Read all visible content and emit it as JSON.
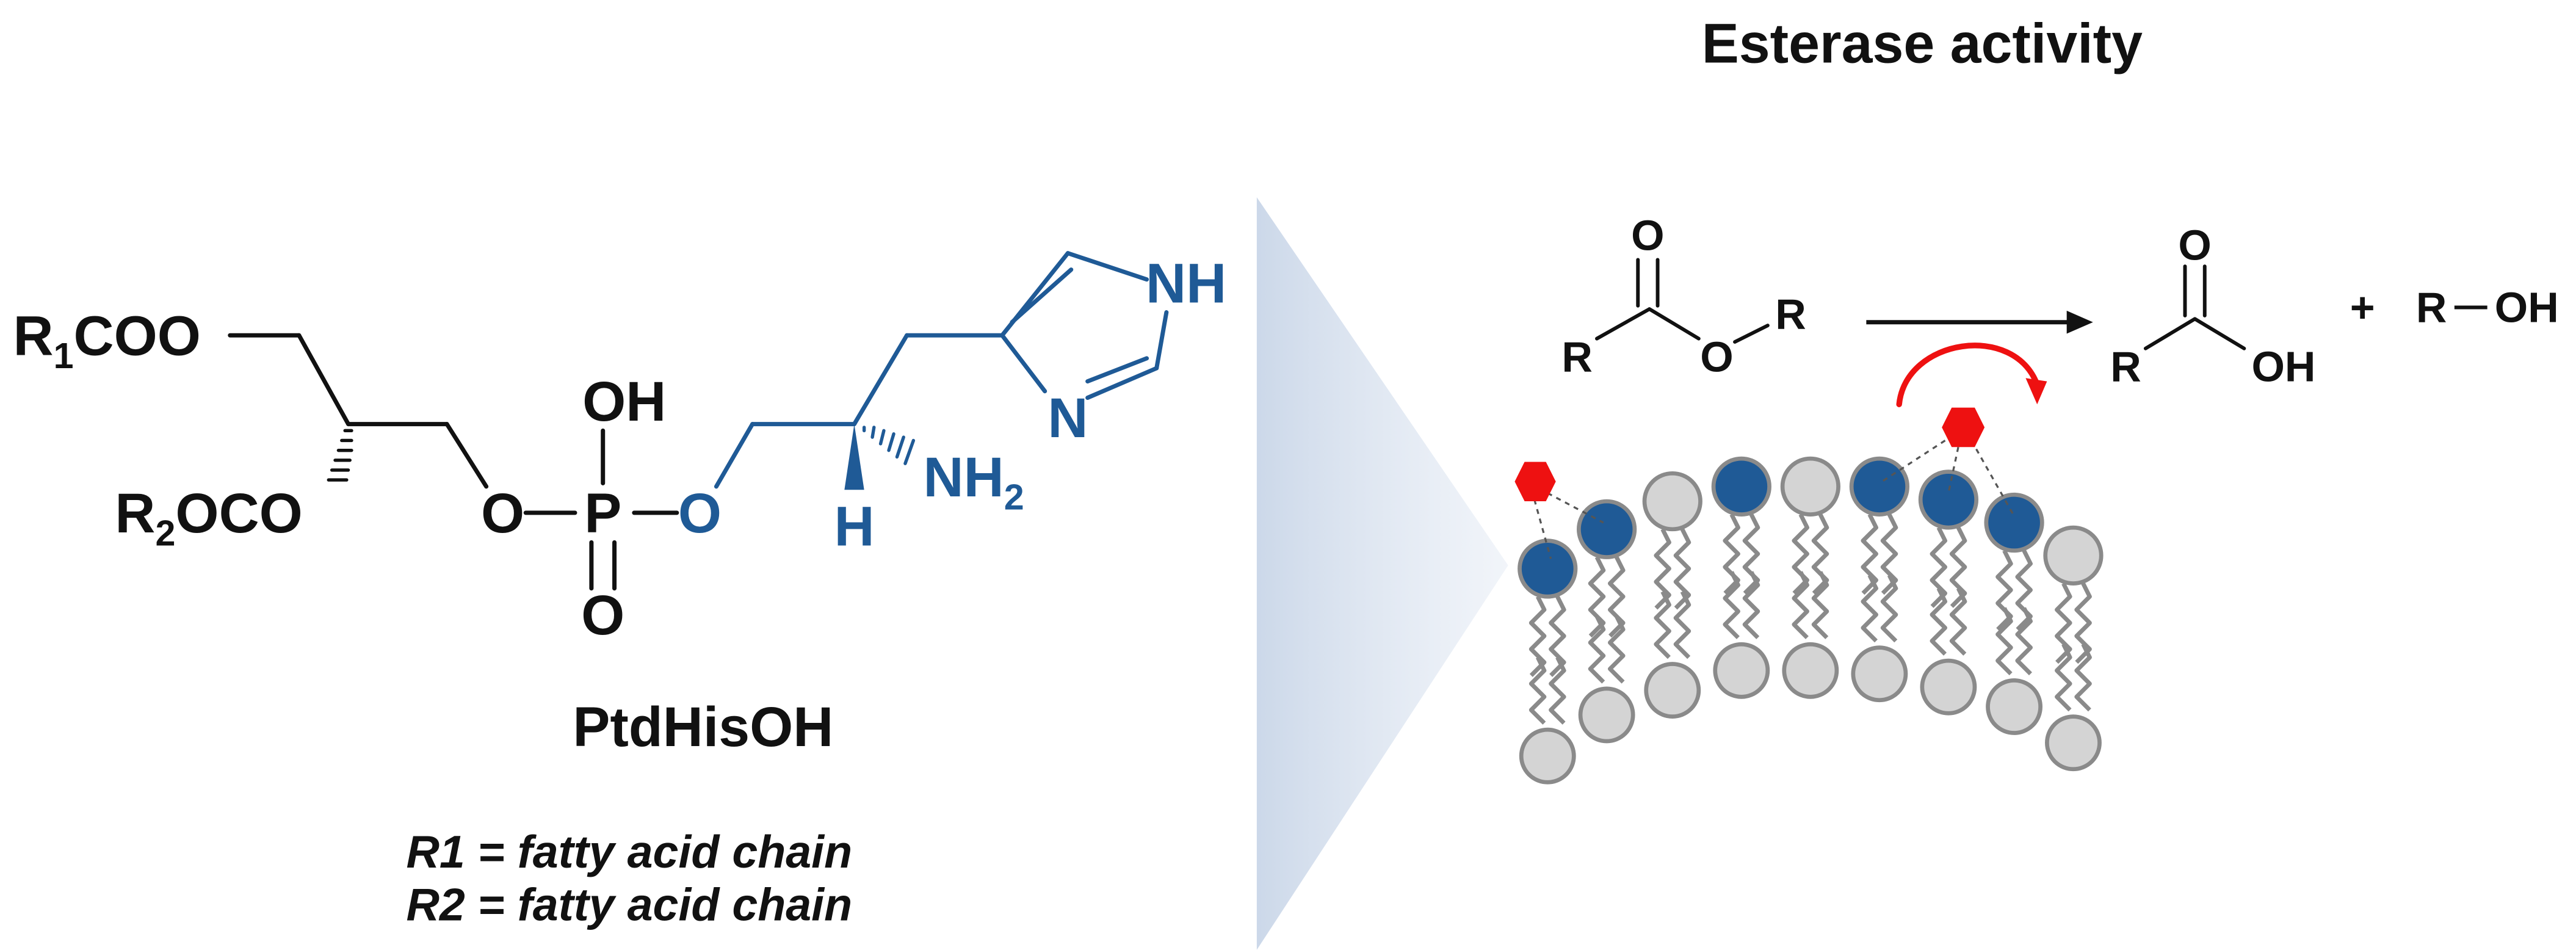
{
  "title": "Esterase activity",
  "molecule": {
    "name": "PtdHisOH",
    "groups": {
      "r1_prefix": "R",
      "r1_sub": "1",
      "r1_suffix": "COO",
      "r2_prefix": "R",
      "r2_sub": "2",
      "r2_suffix": "OCO",
      "phosphate_oh": "OH",
      "phosphorus": "P",
      "phosphate_o_left": "O",
      "phosphate_o_down": "O",
      "linker_o": "O",
      "amine_main": "NH",
      "amine_sub": "2",
      "stereo_h": "H",
      "ring_nh": "NH",
      "ring_n": "N"
    },
    "notes": [
      "R1 = fatty acid chain",
      "R2 = fatty acid chain"
    ]
  },
  "reaction": {
    "ester": {
      "carbonyl_o": "O",
      "r_left": "R",
      "ester_o": "O",
      "r_right": "R"
    },
    "acid": {
      "carbonyl_o": "O",
      "r": "R",
      "oh": "OH"
    },
    "plus": "+",
    "alcohol": {
      "r": "R",
      "oh": "OH"
    }
  },
  "colors": {
    "text": "#111111",
    "histidine_blue": "#1f5a96",
    "lipid_head_grey": "#d4d4d4",
    "lipid_outline": "#8a8a8a",
    "catalytic_red": "#ee1111",
    "divider_gradient": "#c9d6e8"
  }
}
